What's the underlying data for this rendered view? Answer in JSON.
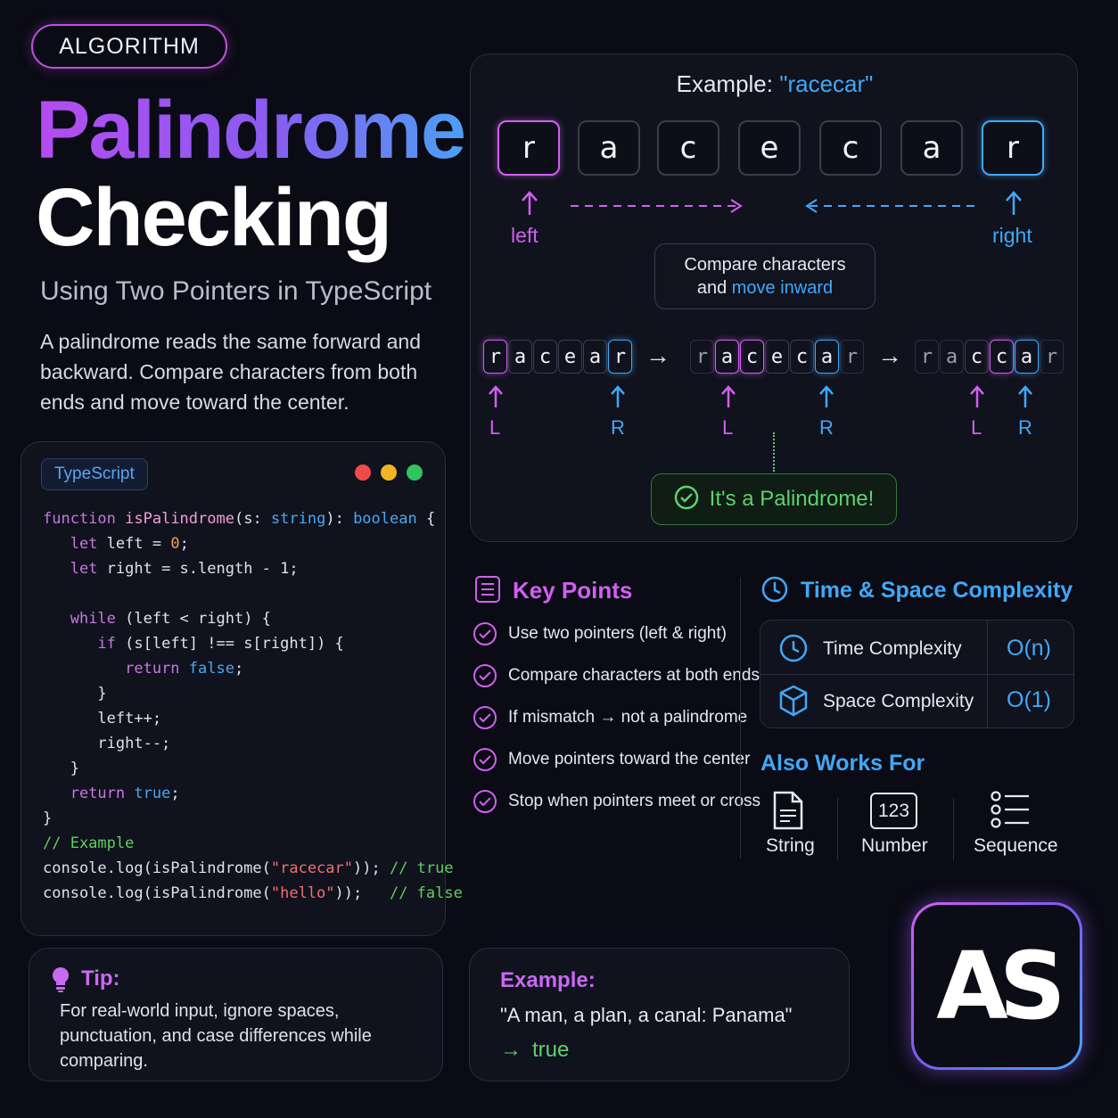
{
  "badge": "ALGORITHM",
  "title_line1": "Palindrome",
  "title_line2": "Checking",
  "subtitle": "Using Two Pointers in TypeScript",
  "description": "A palindrome reads the same forward and backward. Compare characters from both ends and move toward the center.",
  "code_panel": {
    "language": "TypeScript"
  },
  "example_panel": {
    "title_prefix": "Example:",
    "title_word": "\"racecar\"",
    "letters": [
      "r",
      "a",
      "c",
      "e",
      "c",
      "a",
      "r"
    ],
    "left_label": "left",
    "right_label": "right",
    "compare_line1": "Compare characters",
    "compare_line2_prefix": "and",
    "compare_line2_highlight": "move inward",
    "step1": [
      "r",
      "a",
      "c",
      "e",
      "a",
      "r"
    ],
    "step2": [
      "r",
      "a",
      "c",
      "e",
      "c",
      "a",
      "r"
    ],
    "step3": [
      "r",
      "a",
      "c",
      "c",
      "a",
      "r"
    ],
    "pointer_L": "L",
    "pointer_R": "R",
    "arrow": "→",
    "result": "It's a Palindrome!"
  },
  "key_points": {
    "title": "Key Points",
    "items": [
      "Use two pointers (left & right)",
      "Compare characters at both ends",
      "If mismatch → not a palindrome",
      "Move pointers toward the center",
      "Stop when pointers meet or cross"
    ]
  },
  "complexity": {
    "title": "Time & Space Complexity",
    "time_label": "Time Complexity",
    "time_value": "O(n)",
    "space_label": "Space Complexity",
    "space_value": "O(1)"
  },
  "also_works": {
    "title": "Also Works For",
    "items": [
      "String",
      "Number",
      "Sequence"
    ],
    "number_icon_text": "123"
  },
  "tip": {
    "title": "Tip:",
    "text": "For real-world input, ignore spaces, punctuation, and case differences while comparing."
  },
  "example2": {
    "title": "Example:",
    "phrase": "\"A man, a plan, a canal: Panama\"",
    "arrow": "→",
    "result": "true"
  },
  "logo": "AS",
  "colors": {
    "pink": "#d060f0",
    "blue": "#40a8f8",
    "green": "#5fd070",
    "background": "#0a0b14"
  }
}
